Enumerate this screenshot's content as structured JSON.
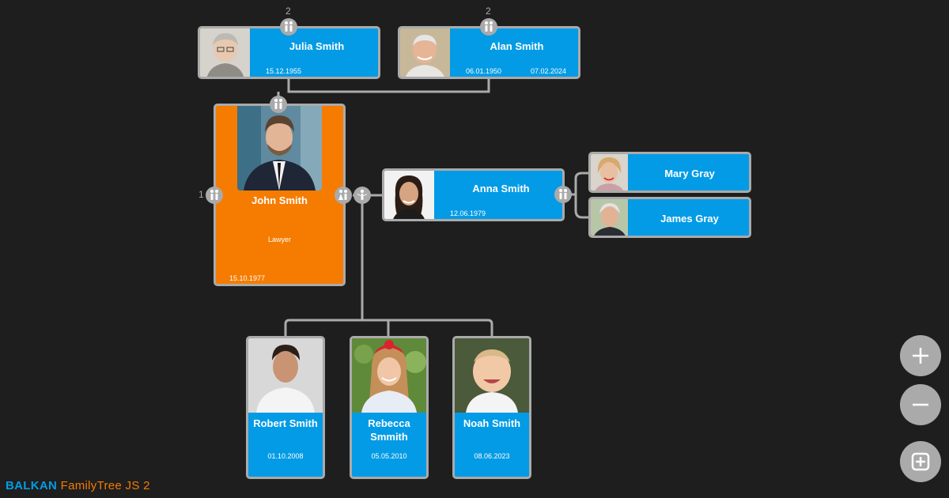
{
  "persons": {
    "julia": {
      "name": "Julia Smith",
      "date1": "15.12.1955"
    },
    "alan": {
      "name": "Alan Smith",
      "date1": "06.01.1950",
      "date2": "07.02.2024"
    },
    "john": {
      "name": "John Smith",
      "job": "Lawyer",
      "date1": "15.10.1977"
    },
    "anna": {
      "name": "Anna Smith",
      "date1": "12.06.1979"
    },
    "mary": {
      "name": "Mary Gray"
    },
    "james": {
      "name": "James Gray"
    },
    "robert": {
      "name": "Robert Smith",
      "date1": "01.10.2008"
    },
    "rebecca": {
      "name": "Rebecca Smmith",
      "date1": "05.05.2010"
    },
    "noah": {
      "name": "Noah Smith",
      "date1": "08.06.2023"
    }
  },
  "counts": {
    "julia_parents": "2",
    "alan_parents": "2",
    "john_partners": "1"
  },
  "icons": {
    "parents": "parents-icon",
    "partners": "partners-icon",
    "child": "add-child-icon"
  },
  "zoom": {
    "in": "+",
    "out": "−"
  },
  "logo": {
    "brand": "BALKAN",
    "product": "FamilyTree JS 2"
  },
  "colors": {
    "background": "#1e1e1e",
    "node_blue": "#039be5",
    "node_orange": "#f57c00",
    "border": "#aaaaaa"
  }
}
